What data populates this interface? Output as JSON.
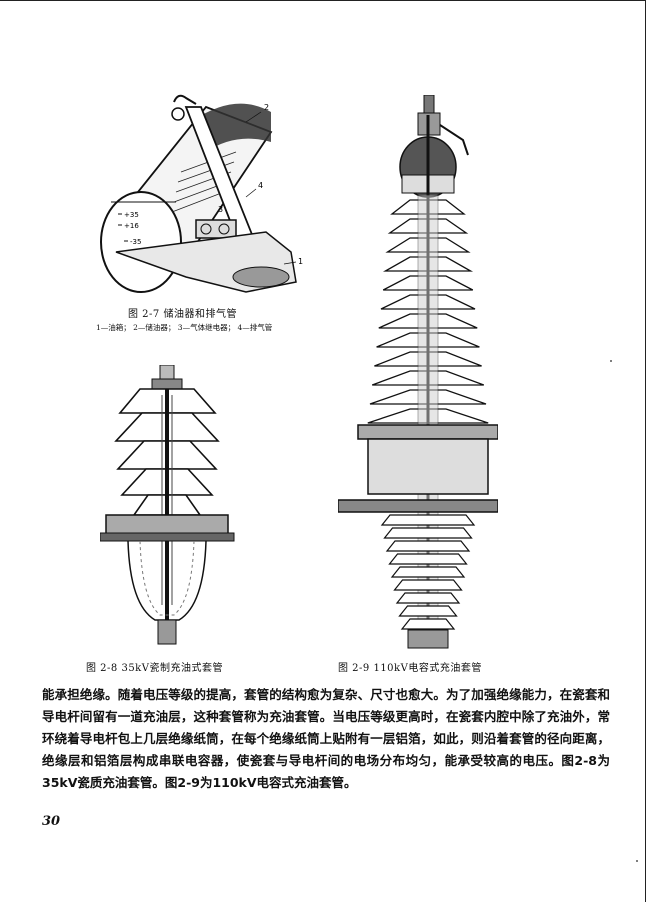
{
  "figures": {
    "fig_2_7": {
      "caption": "图 2-7 储油器和排气管",
      "legend": "1—油箱； 2—储油器； 3—气体继电器； 4—排气管",
      "labels": [
        "1",
        "2",
        "3",
        "4",
        "+35",
        "+16",
        "-35"
      ]
    },
    "fig_2_8": {
      "caption": "图 2-8 35kV瓷制充油式套管"
    },
    "fig_2_9": {
      "caption": "图 2-9 110kV电容式充油套管"
    }
  },
  "body": {
    "paragraph": "能承担绝缘。随着电压等级的提高，套管的结构愈为复杂、尺寸也愈大。为了加强绝缘能力，在瓷套和导电杆间留有一道充油层，这种套管称为充油套管。当电压等级更高时，在瓷套内腔中除了充油外，常环绕着导电杆包上几层绝缘纸筒，在每个绝缘纸筒上贴附有一层铝箔，如此，则沿着套管的径向距离，绝缘层和铝箔层构成串联电容器，使瓷套与导电杆间的电场分布均匀，能承受较高的电压。图2-8为35kV瓷质充油套管。图2-9为110kV电容式充油套管。"
  },
  "page_number": "30"
}
